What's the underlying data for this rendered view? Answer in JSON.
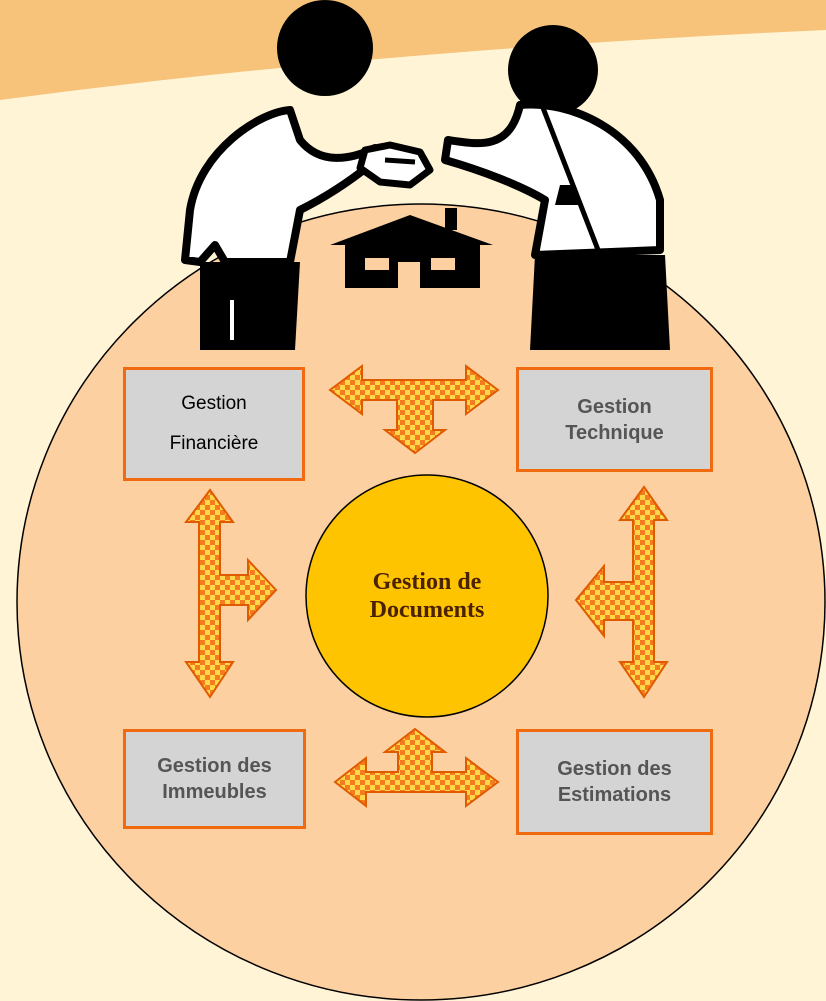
{
  "title": "",
  "center": {
    "line1": "Gestion de",
    "line2": "Documents"
  },
  "boxes": {
    "financiere": {
      "line1": "Gestion",
      "line2": "Financière"
    },
    "technique": {
      "line1": "Gestion",
      "line2": "Technique"
    },
    "immeubles": {
      "line1": "Gestion des",
      "line2": "Immeubles"
    },
    "estimations": {
      "line1": "Gestion des",
      "line2": "Estimations"
    }
  },
  "icons": [
    "handshake-people-icon",
    "house-icon",
    "arrow-icon"
  ],
  "colors": {
    "background": "#fff5d6",
    "header_band": "#f7c27a",
    "outer_circle": "#fcd0a1",
    "center_circle": "#ffc400",
    "box_fill": "#d4d4d4",
    "box_border": "#f06a10",
    "arrow_orange": "#f47b20",
    "arrow_yellow": "#ffd84a"
  }
}
